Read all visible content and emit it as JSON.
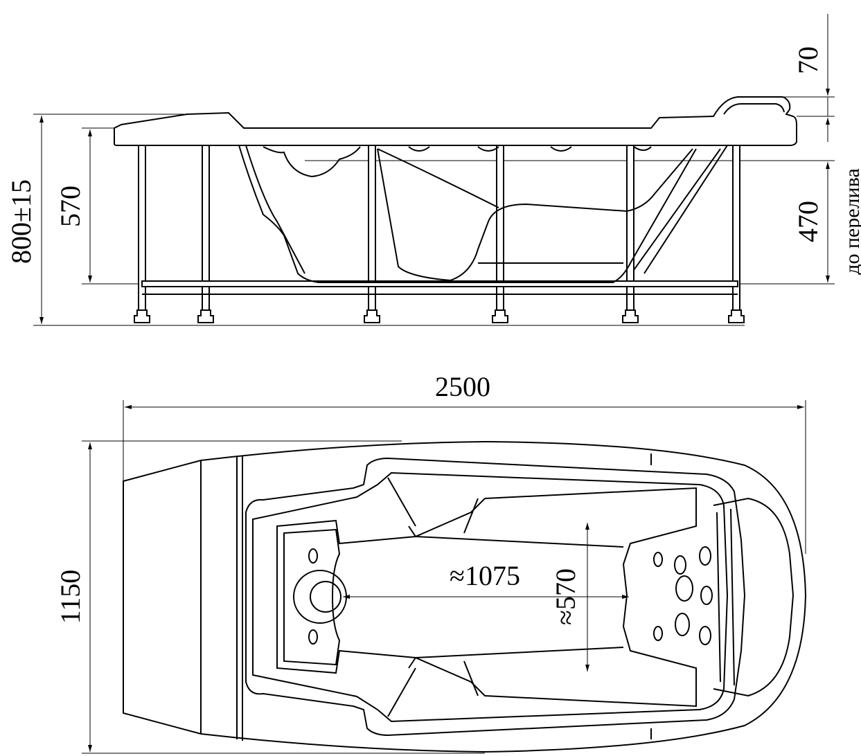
{
  "title": "Bathtub technical drawing",
  "side_view": {
    "dimensions": {
      "total_height": "800±15",
      "rim_height": "570",
      "headrest_height": "70",
      "overflow_depth": "470",
      "overflow_note": "до перелива"
    }
  },
  "top_view": {
    "dimensions": {
      "length": "2500",
      "width": "1150",
      "inner_length": "≈1075",
      "inner_width": "≈570"
    }
  },
  "colors": {
    "line": "#000000",
    "background": "#ffffff"
  }
}
